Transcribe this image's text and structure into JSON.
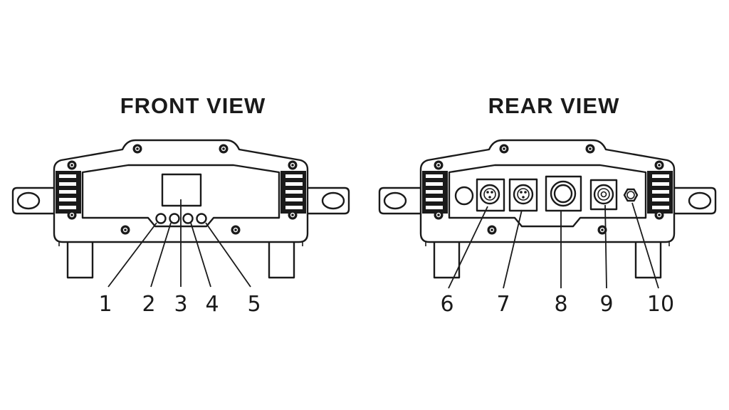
{
  "front": {
    "title": "FRONT VIEW",
    "callouts": [
      "1",
      "2",
      "3",
      "4",
      "5"
    ]
  },
  "rear": {
    "title": "REAR VIEW",
    "callouts": [
      "6",
      "7",
      "8",
      "9",
      "10"
    ]
  },
  "colors": {
    "line": "#1a1a1a",
    "background": "#ffffff"
  }
}
